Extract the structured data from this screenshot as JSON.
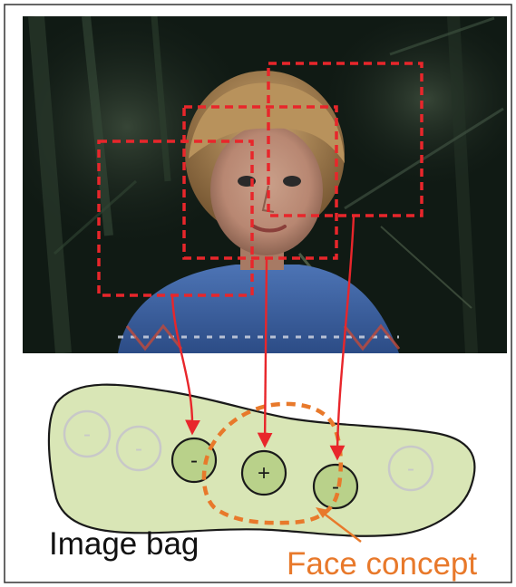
{
  "diagram": {
    "bag_label": "Image bag",
    "concept_label": "Face concept",
    "instances": [
      {
        "sign": "-",
        "kind": "faded"
      },
      {
        "sign": "-",
        "kind": "faded"
      },
      {
        "sign": "-",
        "kind": "highlighted"
      },
      {
        "sign": "+",
        "kind": "highlighted"
      },
      {
        "sign": "-",
        "kind": "highlighted"
      },
      {
        "sign": "-",
        "kind": "faded"
      }
    ]
  },
  "colors": {
    "frame": "#333333",
    "region_box": "#e8262b",
    "arrow": "#e8262b",
    "bag_fill": "#d9e6b6",
    "instance_fill": "#b9d18a",
    "concept": "#e8792b",
    "concept_text": "#e8792b",
    "faded": "#c8c8c8"
  }
}
